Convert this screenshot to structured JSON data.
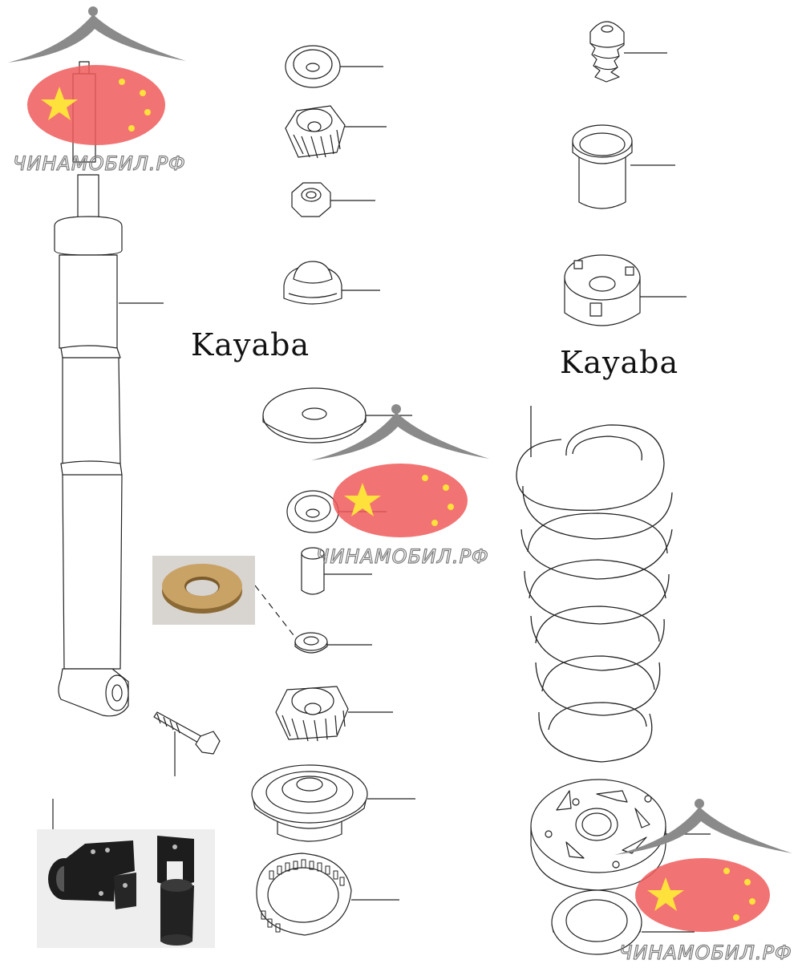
{
  "brand_labels": [
    "Kayaba",
    "Kayaba"
  ],
  "watermark": {
    "text": "ЧИНАМОБИЛ.РФ",
    "flag_color": "#f05a5a",
    "star_color": "#ffe13c"
  },
  "colors": {
    "line": "#222222",
    "ring_photo": "#c9a266",
    "bracket_photo": "#1d1d1d"
  },
  "parts_icons": [
    "shock-absorber-icon",
    "cup-washer-icon",
    "ribbed-bushing-icon",
    "nut-icon",
    "rubber-mount-icon",
    "bump-stop-icon",
    "dust-boot-icon",
    "spring-seat-block-icon",
    "large-washer-icon",
    "small-cup-washer-icon",
    "sleeve-icon",
    "ring-spacer-icon",
    "ribbed-bushing-lower-icon",
    "spring-insulator-top-icon",
    "spring-isolator-icon",
    "coil-spring-icon",
    "lower-spring-plate-icon",
    "ring-gasket-icon",
    "bolt-icon",
    "mounting-bracket-icon"
  ]
}
